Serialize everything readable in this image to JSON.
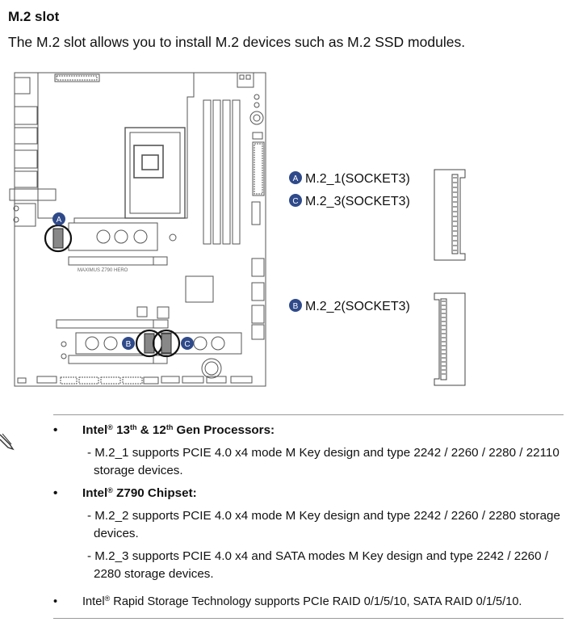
{
  "header": {
    "title": "M.2 slot",
    "intro": "The M.2 slot allows you to install M.2 devices such as M.2 SSD modules."
  },
  "diagram": {
    "board_model": "MAXIMUS Z790 HERO",
    "markers": {
      "a": "A",
      "b": "B",
      "c": "C"
    },
    "legend": {
      "m2_1": "M.2_1(SOCKET3)",
      "m2_3": "M.2_3(SOCKET3)",
      "m2_2": "M.2_2(SOCKET3)"
    },
    "marker_color": "#2f4a8a"
  },
  "notes": {
    "cpu_heading": {
      "brand": "Intel",
      "reg": "®",
      "gen1": "13",
      "th1": "th",
      "amp": " & 12",
      "th2": "th",
      "rest": " Gen Processors:"
    },
    "m2_1_text": "- M.2_1 supports PCIE 4.0 x4 mode M Key design and type 2242 / 2260 / 2280 / 22110 storage devices.",
    "chipset_heading": {
      "brand": "Intel",
      "reg": "®",
      "rest": " Z790 Chipset:"
    },
    "m2_2_text": "- M.2_2 supports PCIE 4.0 x4 mode M Key design and type 2242 / 2260 / 2280 storage devices.",
    "m2_3_text": "- M.2_3 supports PCIE 4.0 x4 and SATA modes M Key design and type 2242 / 2260 / 2280 storage devices.",
    "rst": {
      "brand": "Intel",
      "reg": "®",
      "rest": " Rapid Storage Technology supports PCIe RAID 0/1/5/10, SATA RAID 0/1/5/10."
    }
  }
}
